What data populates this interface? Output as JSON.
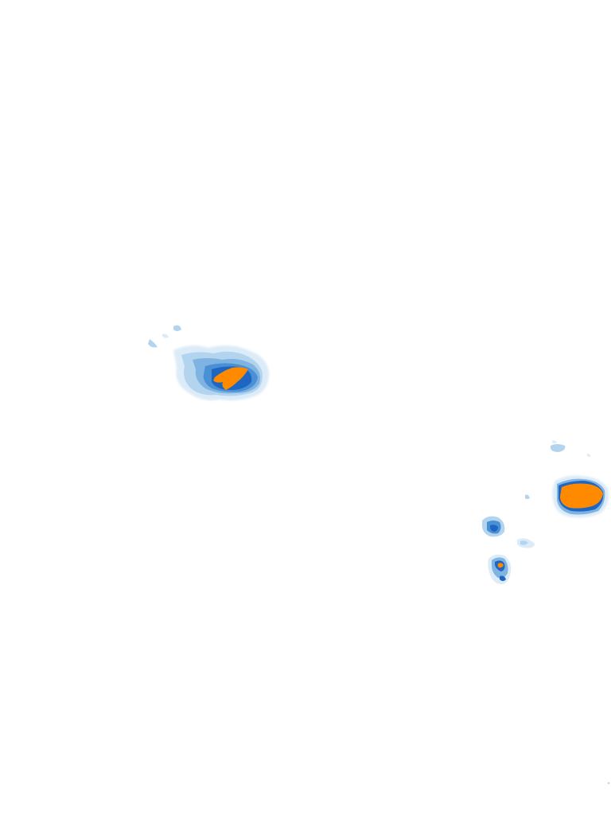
{
  "map": {
    "type": "precipitation-radar-overlay",
    "background_color": "#ffffff",
    "intensity_colors": {
      "very_light": "#dcebf8",
      "light": "#b3d4ef",
      "moderate_light": "#7fb3e2",
      "moderate": "#4a90d4",
      "heavy": "#1f66c2",
      "very_heavy": "#0f4a9a",
      "extreme": "#ff8a00"
    },
    "cells": [
      {
        "name": "cell-west",
        "peak_intensity": "extreme"
      },
      {
        "name": "cell-east",
        "peak_intensity": "extreme"
      },
      {
        "name": "cell-south-small",
        "peak_intensity": "extreme"
      },
      {
        "name": "cell-mid-small",
        "peak_intensity": "heavy"
      }
    ]
  }
}
